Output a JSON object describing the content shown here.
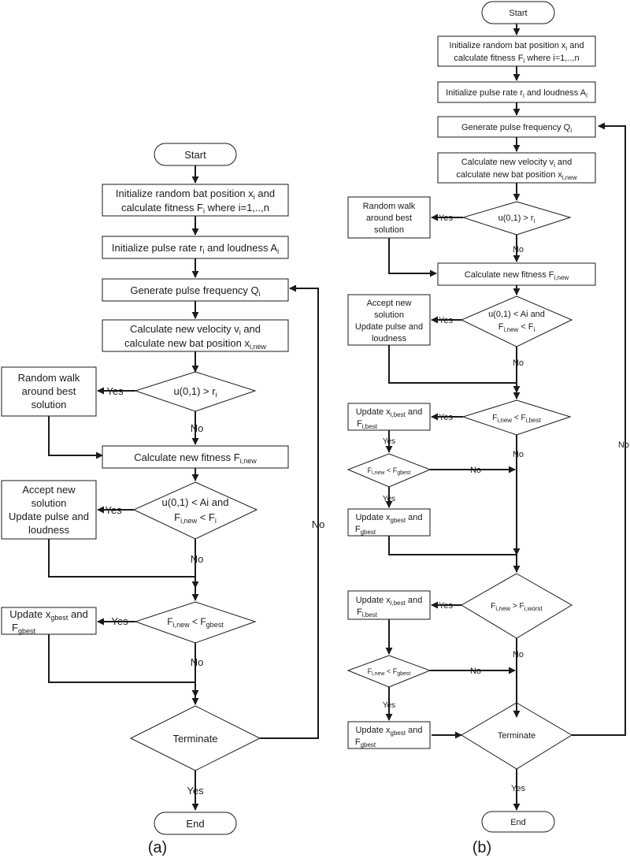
{
  "panel_a": {
    "caption": "(a)",
    "start": "Start",
    "init_position": {
      "l1_pre": "Initialize random bat position x",
      "l1_sub": "i",
      "l1_post": " and",
      "l2_pre": "calculate fitness F",
      "l2_sub": "i",
      "l2_post": " where i=1,..,n"
    },
    "init_pulse": {
      "pre": "Initialize pulse rate r",
      "sub1": "i",
      "mid": " and loudness A",
      "sub2": "i"
    },
    "gen_freq": {
      "pre": "Generate pulse frequency Q",
      "sub": "i"
    },
    "calc_velocity": {
      "l1_pre": "Calculate new velocity v",
      "l1_sub": "i",
      "l1_post": " and",
      "l2_pre": "calculate new bat position x",
      "l2_sub": "i,new"
    },
    "random_walk": {
      "l1": "Random walk",
      "l2": "around best",
      "l3": "solution"
    },
    "cond_rate": {
      "pre": "u(0,1) > r",
      "sub": "i"
    },
    "calc_fitness": {
      "pre": "Calculate new fitness F",
      "sub": "i,new"
    },
    "accept_new": {
      "l1": "Accept new",
      "l2": "solution",
      "l3": "Update pulse and",
      "l4": "loudness"
    },
    "cond_loud": {
      "l1": "u(0,1) < Ai and",
      "l2_pre": "F",
      "l2_sub": "i,new",
      "l2_mid": " < F",
      "l2_sub2": "i"
    },
    "update_gbest": {
      "l1_pre": "Update x",
      "l1_sub": "gbest",
      "l1_post": " and",
      "l2_pre": "F",
      "l2_sub": "gbest"
    },
    "cond_gbest": {
      "pre": "F",
      "sub1": "i,new",
      "mid": " < F",
      "sub2": "gbest"
    },
    "terminate": "Terminate",
    "end": "End",
    "yes": "Yes",
    "no": "No"
  },
  "panel_b": {
    "caption": "(b)",
    "start": "Start",
    "init_position": {
      "l1_pre": "Initialize random bat position x",
      "l1_sub": "i",
      "l1_post": " and",
      "l2_pre": "calculate fitness F",
      "l2_sub": "i",
      "l2_post": " where i=1,..,n"
    },
    "init_pulse": {
      "pre": "Initialize pulse rate r",
      "sub1": "i",
      "mid": " and loudness A",
      "sub2": "i"
    },
    "gen_freq": {
      "pre": "Generate pulse frequency Q",
      "sub": "i"
    },
    "calc_velocity": {
      "l1_pre": "Calculate new velocity v",
      "l1_sub": "i",
      "l1_post": " and",
      "l2_pre": "calculate new bat position x",
      "l2_sub": "i,new"
    },
    "random_walk": {
      "l1": "Random walk",
      "l2": "around best",
      "l3": "solution"
    },
    "cond_rate": {
      "pre": "u(0,1) > r",
      "sub": "i"
    },
    "calc_fitness": {
      "pre": "Calculate new fitness F",
      "sub": "i,new"
    },
    "accept_new": {
      "l1": "Accept new",
      "l2": "solution",
      "l3": "Update pulse and",
      "l4": "loudness"
    },
    "cond_loud": {
      "l1": "u(0,1) < Ai and",
      "l2_pre": "F",
      "l2_sub": "i,new",
      "l2_mid": " < F",
      "l2_sub2": "i"
    },
    "update_ibest": {
      "l1_pre": "Update x",
      "l1_sub": "i,best",
      "l1_post": " and",
      "l2_pre": "F",
      "l2_sub": "i,best"
    },
    "cond_ibest": {
      "pre": "F",
      "sub1": "i,new",
      "mid": " < F",
      "sub2": "i,best"
    },
    "cond_gbest": {
      "pre": "F",
      "sub1": "i,new",
      "mid": " < F",
      "sub2": "gbest"
    },
    "update_gbest": {
      "l1_pre": "Update x",
      "l1_sub": "gbest",
      "l1_post": " and",
      "l2_pre": "F",
      "l2_sub": "gbest"
    },
    "cond_worst": {
      "pre": "F",
      "sub1": "i,new",
      "mid": " > F",
      "sub2": "i,worst"
    },
    "terminate": "Terminate",
    "end": "End",
    "yes": "Yes",
    "no": "No"
  }
}
